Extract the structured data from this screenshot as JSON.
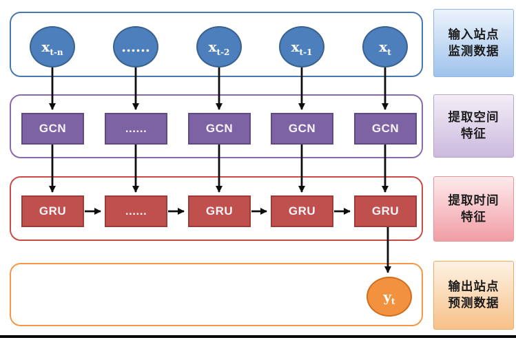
{
  "diagram": {
    "columns": [
      {
        "input_main": "x",
        "input_sub": "t-n",
        "gcn": "GCN",
        "gru": "GRU"
      },
      {
        "input_main": "......",
        "input_sub": "",
        "gcn": "......",
        "gru": "......"
      },
      {
        "input_main": "x",
        "input_sub": "t-2",
        "gcn": "GCN",
        "gru": "GRU"
      },
      {
        "input_main": "x",
        "input_sub": "t-1",
        "gcn": "GCN",
        "gru": "GRU"
      },
      {
        "input_main": "x",
        "input_sub": "t",
        "gcn": "GCN",
        "gru": "GRU"
      }
    ],
    "output_main": "y",
    "output_sub": "t",
    "stage_labels": [
      {
        "line1": "输入站点",
        "line2": "监测数据"
      },
      {
        "line1": "提取空间",
        "line2": "特征"
      },
      {
        "line1": "提取时间",
        "line2": "特征"
      },
      {
        "line1": "输出站点",
        "line2": "预测数据"
      }
    ]
  },
  "colors": {
    "node-blue": "#4d7fbc",
    "node-blue-border": "#38618f",
    "gcn-purple": "#7d63a4",
    "gcn-purple-border": "#5f4a84",
    "gru-red": "#c0504d",
    "gru-red-border": "#9c3b38",
    "output-orange": "#f2913e",
    "output-orange-border": "#d06d1e",
    "frame-blue": "#4577b3",
    "frame-purple": "#8a68ae",
    "frame-red": "#cc4b44",
    "frame-orange": "#f79646",
    "label-blue-top": "#ecf3fc",
    "label-blue-bottom": "#9fc3ec",
    "label-blue-border": "#8eb4e3",
    "label-purple-top": "#f2eef7",
    "label-purple-bottom": "#ccb9de",
    "label-purple-border": "#b5a3c9",
    "label-pink-top": "#fdeaec",
    "label-pink-bottom": "#f19da5",
    "label-pink-border": "#e9949c",
    "label-orange-top": "#fdf2e4",
    "label-orange-bottom": "#f8c189",
    "label-orange-border": "#eeaa61",
    "arrow": "#0d0d0d"
  }
}
